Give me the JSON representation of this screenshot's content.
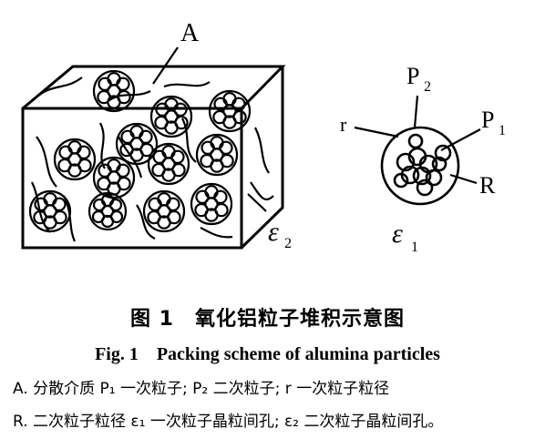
{
  "figure": {
    "labels": {
      "block": "A",
      "epsilon2": "ε",
      "epsilon2_sub": "2",
      "p2": "P",
      "p2_sub": "2",
      "p1": "P",
      "p1_sub": "1",
      "r": "r",
      "R": "R",
      "epsilon1": "ε",
      "epsilon1_sub": "1"
    }
  },
  "caption": {
    "chinese": "图 1　氧化铝粒子堆积示意图",
    "english": "Fig. 1　Packing scheme of alumina particles"
  },
  "legend": {
    "line1": "A. 分散介质 P₁ 一次粒子; P₂ 二次粒子; r 一次粒子粒径",
    "line2": "R. 二次粒子粒径 ε₁ 一次粒子晶粒间孔; ε₂ 二次粒子晶粒间孔。"
  },
  "colors": {
    "ink": "#000000",
    "paper": "#ffffff"
  }
}
